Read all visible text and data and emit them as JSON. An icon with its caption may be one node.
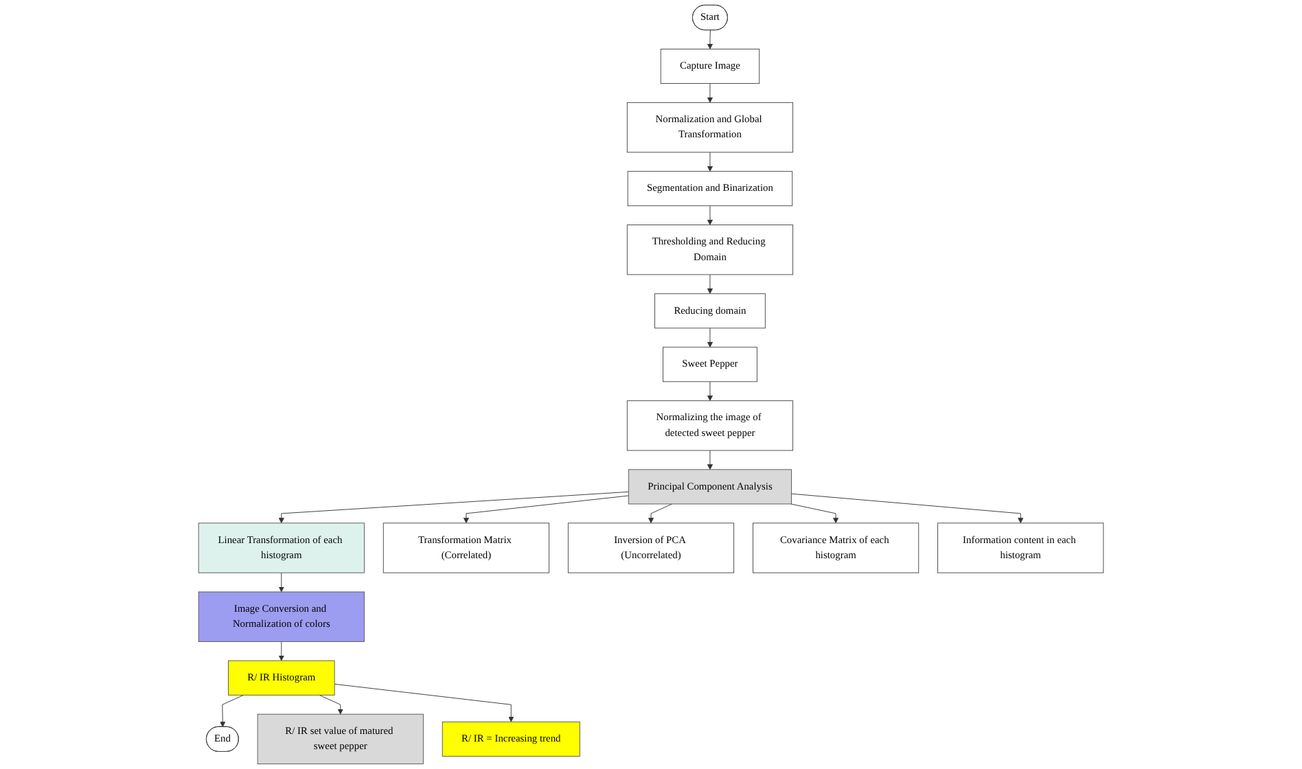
{
  "diagram": {
    "nodes": [
      {
        "text": [
          "Start"
        ]
      },
      {
        "text": [
          "Capture Image"
        ]
      },
      {
        "text": [
          "Normalization and Global Transformation"
        ]
      },
      {
        "text": [
          "Segmentation and Binarization"
        ]
      },
      {
        "text": [
          "Thresholding and Reducing Domain"
        ]
      },
      {
        "text": [
          "Reducing domain"
        ]
      },
      {
        "text": [
          "Sweet Pepper"
        ]
      },
      {
        "text": [
          "Normalizing the image of detected sweet pepper"
        ]
      },
      {
        "text": [
          "Principal Component Analysis"
        ]
      },
      {
        "text": [
          "Linear Transformation of each histogram"
        ]
      },
      {
        "text": [
          "Image Conversion and Normalization of colors"
        ]
      },
      {
        "text": [
          "R/ IR Histogram"
        ]
      },
      {
        "text": [
          "End"
        ]
      },
      {
        "text": [
          "Transformation Matrix (Correlated)"
        ]
      },
      {
        "text": [
          "Inversion of PCA (Uncorrelated)"
        ]
      },
      {
        "text": [
          "Covariance Matrix of each histogram"
        ]
      },
      {
        "text": [
          "Information content in each histogram"
        ]
      },
      {
        "text": [
          "R/ IR set value of matured sweet pepper"
        ]
      },
      {
        "text": [
          "R/ IR = Increasing trend"
        ]
      }
    ],
    "edges": [
      {
        "from": 0,
        "to": 1,
        "arrow": "to"
      },
      {
        "from": 1,
        "to": 2,
        "arrow": "to"
      },
      {
        "from": 2,
        "to": 3,
        "arrow": "to"
      },
      {
        "from": 3,
        "to": 4,
        "arrow": "to"
      },
      {
        "from": 4,
        "to": 5,
        "arrow": "to"
      },
      {
        "from": 5,
        "to": 6,
        "arrow": "to"
      },
      {
        "from": 6,
        "to": 7,
        "arrow": "to"
      },
      {
        "from": 7,
        "to": 8,
        "arrow": "to"
      },
      {
        "from": 8,
        "to": 9,
        "arrow": "to"
      },
      {
        "from": 9,
        "to": 10,
        "arrow": "to"
      },
      {
        "from": 10,
        "to": 11,
        "arrow": "to"
      },
      {
        "from": 11,
        "to": 12,
        "arrow": "to"
      },
      {
        "from": 8,
        "to": 13,
        "arrow": "to"
      },
      {
        "from": 8,
        "to": 14,
        "arrow": "to"
      },
      {
        "from": 8,
        "to": 15,
        "arrow": "to"
      },
      {
        "from": 8,
        "to": 16,
        "arrow": "to"
      },
      {
        "from": 11,
        "to": 17,
        "arrow": "to"
      },
      {
        "from": 11,
        "to": 18,
        "arrow": "to"
      }
    ]
  }
}
